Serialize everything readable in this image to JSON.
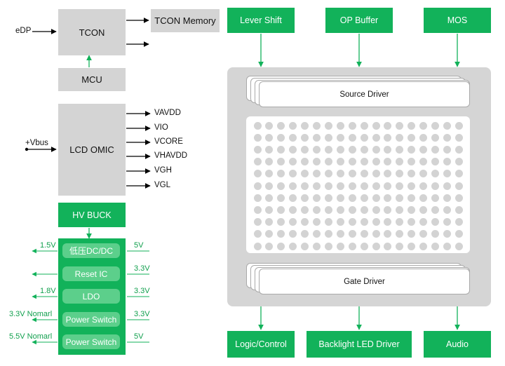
{
  "tcon": {
    "input_label": "eDP",
    "block_label": "TCON",
    "memory_label": "TCON Memory",
    "mcu_label": "MCU"
  },
  "lcd_omic": {
    "input_label": "+Vbus",
    "block_label": "LCD OMIC",
    "outputs": [
      "VAVDD",
      "VIO",
      "VCORE",
      "VHAVDD",
      "VGH",
      "VGL"
    ]
  },
  "hv_buck": {
    "block_label": "HV BUCK",
    "rails": [
      {
        "label": "低压DC/DC",
        "input": "5V",
        "output": "1.5V"
      },
      {
        "label": "Reset IC",
        "input": "3.3V",
        "output": ""
      },
      {
        "label": "LDO",
        "input": "3.3V",
        "output": "1.8V"
      },
      {
        "label": "Power Switch",
        "input": "3.3V",
        "output": "3.3V Nomarl"
      },
      {
        "label": "Power Switch",
        "input": "5V",
        "output": "5.5V Nomarl"
      }
    ]
  },
  "panel": {
    "top_blocks": [
      "Lever Shift",
      "OP Buffer",
      "MOS"
    ],
    "source_driver_label": "Source Driver",
    "gate_driver_label": "Gate Driver",
    "bottom_blocks": [
      "Logic/Control",
      "Backlight LED Driver",
      "Audio"
    ],
    "pixel_grid": {
      "rows": 11,
      "cols": 18
    }
  },
  "colors": {
    "green": "#12b25a",
    "light_green": "#5ccf8b",
    "gray_block": "#d4d4d4",
    "panel": "#d5d5d5"
  }
}
